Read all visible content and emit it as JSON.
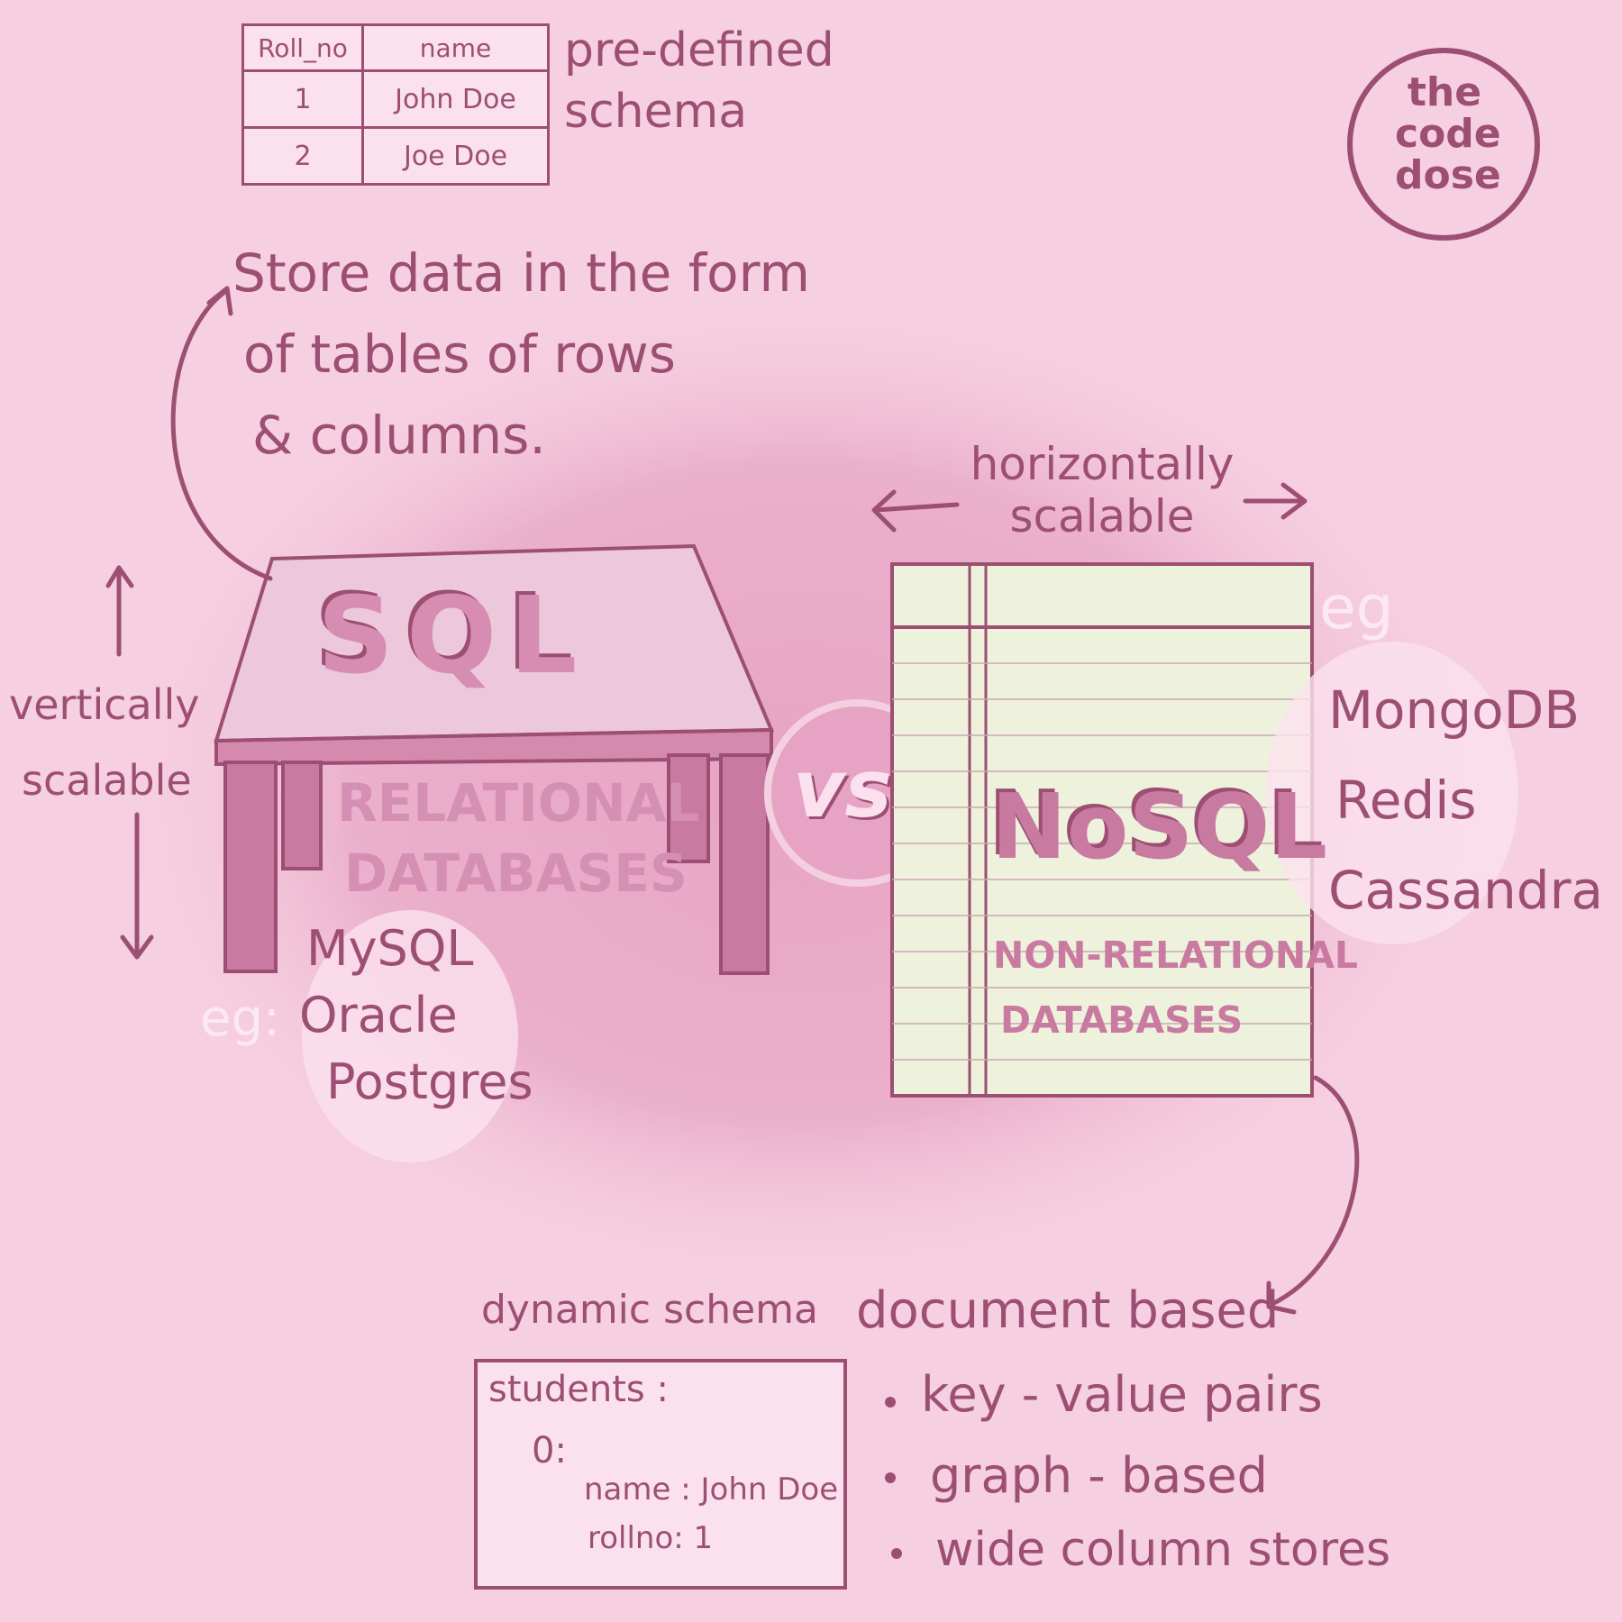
{
  "logo": {
    "line1": "the",
    "line2": "code",
    "line3": "dose"
  },
  "schema_table": {
    "headers": [
      "Roll_no",
      "name"
    ],
    "rows": [
      [
        "1",
        "John Doe"
      ],
      [
        "2",
        "Joe Doe"
      ]
    ],
    "caption_line1": "pre-defined",
    "caption_line2": "schema"
  },
  "sql_description": {
    "line1": "Store data in the form",
    "line2": "of tables of rows",
    "line3": "& columns."
  },
  "vertical": {
    "line1": "vertically",
    "line2": "scalable"
  },
  "horizontal": {
    "line1": "horizontally",
    "line2": "scalable"
  },
  "sql": {
    "title": "SQL",
    "sub_line1": "RELATIONAL",
    "sub_line2": "DATABASES",
    "eg": "eg:",
    "examples": [
      "MySQL",
      "Oracle",
      "Postgres"
    ]
  },
  "vs": "vs",
  "nosql": {
    "title": "NoSQL",
    "sub_line1": "NON-RELATIONAL",
    "sub_line2": "DATABASES",
    "eg": "eg",
    "examples": [
      "MongoDB",
      "Redis",
      "Cassandra"
    ]
  },
  "dynamic_schema": {
    "label": "dynamic schema",
    "lines": [
      "students :",
      "0:",
      "name : John Doe",
      "rollno: 1"
    ]
  },
  "document_based": {
    "label": "document based",
    "bullets": [
      "key - value pairs",
      "graph - based",
      "wide column stores"
    ]
  },
  "colors": {
    "background": "#f6cfe0",
    "ink": "#9c4f72",
    "paper": "#eef2dc",
    "white_text": "#fde9f2"
  }
}
